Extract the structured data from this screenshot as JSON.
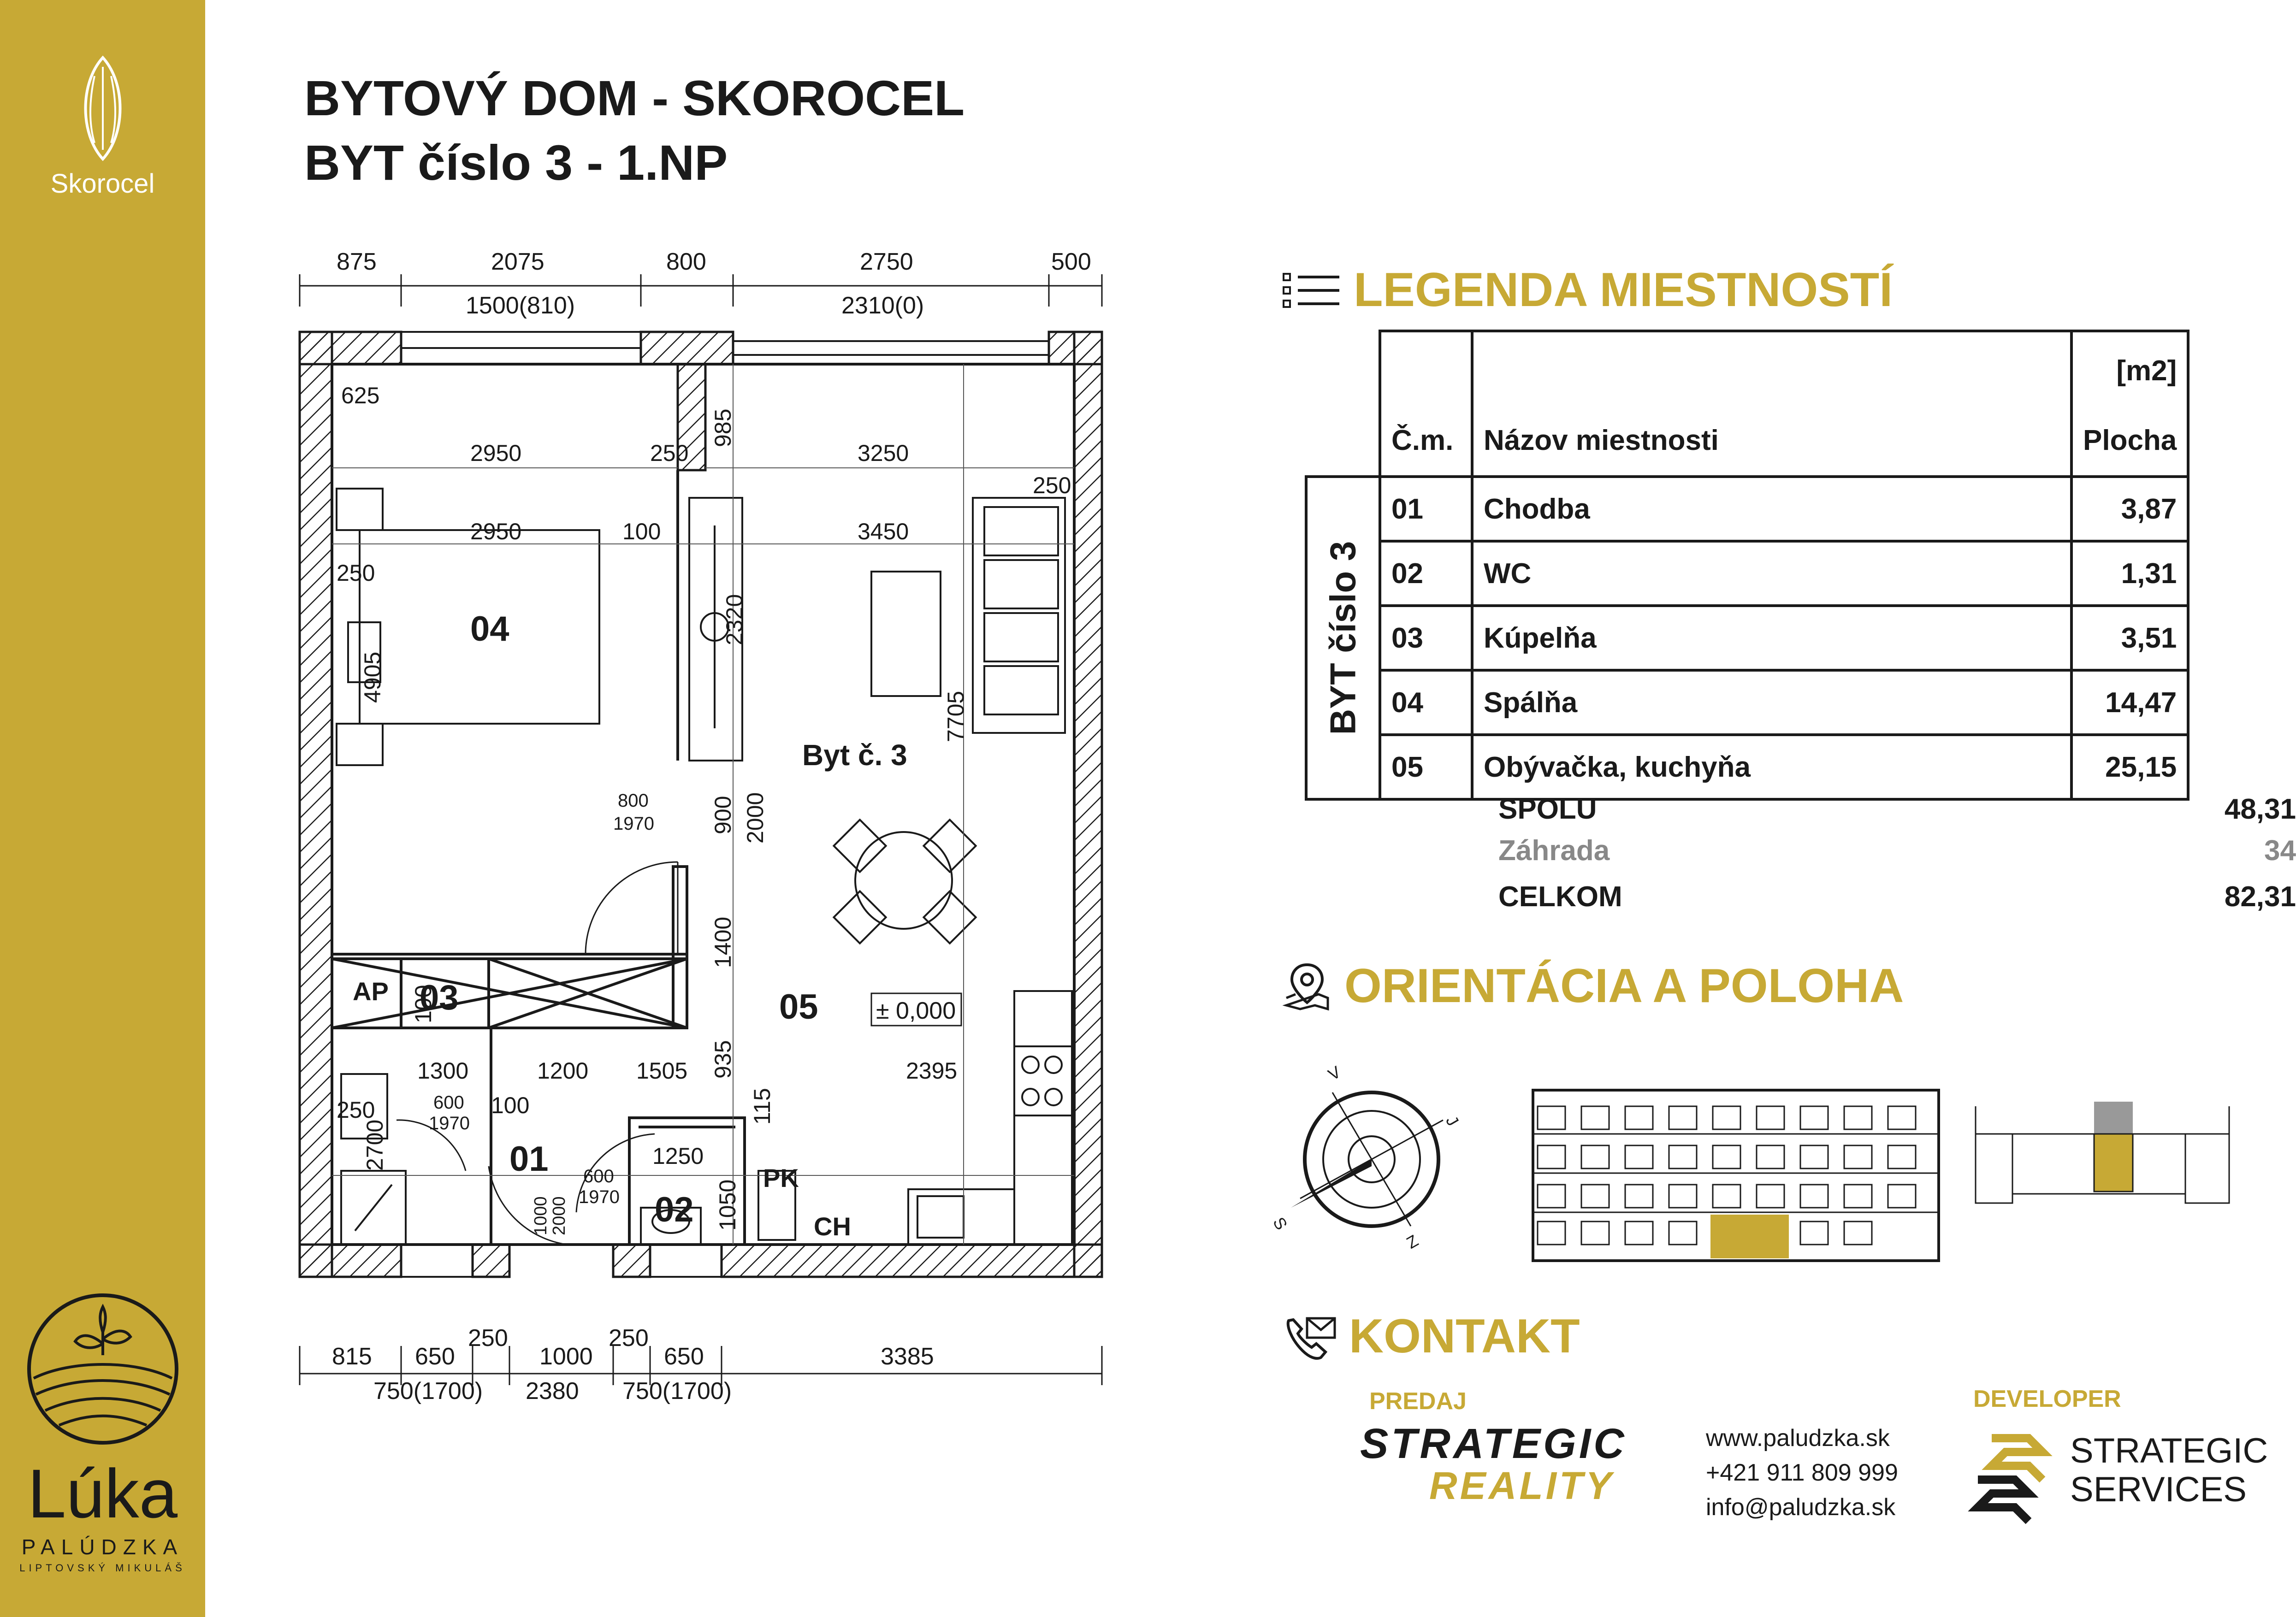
{
  "brand": {
    "top_name": "Skorocel",
    "bottom_name": "Lúka",
    "bottom_sub": "PALÚDZKA",
    "bottom_loc": "LIPTOVSKÝ MIKULÁŠ"
  },
  "title": {
    "line1": "BYTOVÝ DOM - SKOROCEL",
    "line2": "BYT číslo 3 - 1.NP"
  },
  "plan": {
    "top_dims_row1": [
      "875",
      "2075",
      "800",
      "2750",
      "500"
    ],
    "top_dims_row2": [
      "1500(810)",
      "2310(0)"
    ],
    "bottom_dims_row1": [
      "815",
      "650",
      "250",
      "1000",
      "250",
      "650",
      "3385"
    ],
    "bottom_dims_row2": [
      "750(1700)",
      "2380",
      "750(1700)"
    ],
    "inner_dims": [
      "625",
      "2950",
      "250",
      "985",
      "3250",
      "250",
      "2950",
      "100",
      "3450",
      "250",
      "4905",
      "2320",
      "7705",
      "800",
      "1970",
      "900",
      "2000",
      "100",
      "1400",
      "935",
      "1300",
      "1200",
      "1505",
      "2395",
      "250",
      "600",
      "1970",
      "100",
      "2700",
      "115",
      "600",
      "1970",
      "1250",
      "1050",
      "1000",
      "2000"
    ],
    "rooms": {
      "r04": "04",
      "r03": "03",
      "r01": "01",
      "r02": "02",
      "r05": "05",
      "ap": "AP",
      "ch": "CH",
      "pk": "PK",
      "byt": "Byt č. 3",
      "level": "± 0,000"
    }
  },
  "legend": {
    "heading": "LEGENDA MIESTNOSTÍ",
    "col_num": "Č.m.",
    "col_name": "Názov miestnosti",
    "col_unit": "[m2]",
    "col_area": "Plocha",
    "group_label": "BYT číslo 3",
    "rows": [
      {
        "num": "01",
        "name": "Chodba",
        "area": "3,87"
      },
      {
        "num": "02",
        "name": "WC",
        "area": "1,31"
      },
      {
        "num": "03",
        "name": "Kúpelňa",
        "area": "3,51"
      },
      {
        "num": "04",
        "name": "Spálňa",
        "area": "14,47"
      },
      {
        "num": "05",
        "name": "Obývačka, kuchyňa",
        "area": "25,15"
      }
    ],
    "spolu_label": "SPOLU",
    "spolu_value": "48,31",
    "zahrada_label": "Záhrada",
    "zahrada_value": "34",
    "celkom_label": "CELKOM",
    "celkom_value": "82,31"
  },
  "orientation": {
    "heading": "ORIENTÁCIA A POLOHA",
    "compass_letters": [
      "V",
      "J",
      "S",
      "Z"
    ]
  },
  "contact": {
    "heading": "KONTAKT",
    "predaj_label": "PREDAJ",
    "seller_line1": "STRATEGIC",
    "seller_line2": "REALITY",
    "web": "www.paludzka.sk",
    "phone": "+421 911 809 999",
    "email": "info@paludzka.sk",
    "developer_label": "DEVELOPER",
    "dev_line1": "STRATEGIC",
    "dev_line2": "SERVICES"
  },
  "colors": {
    "gold": "#c7a935",
    "dark": "#1a1a1a",
    "gray": "#888888"
  }
}
